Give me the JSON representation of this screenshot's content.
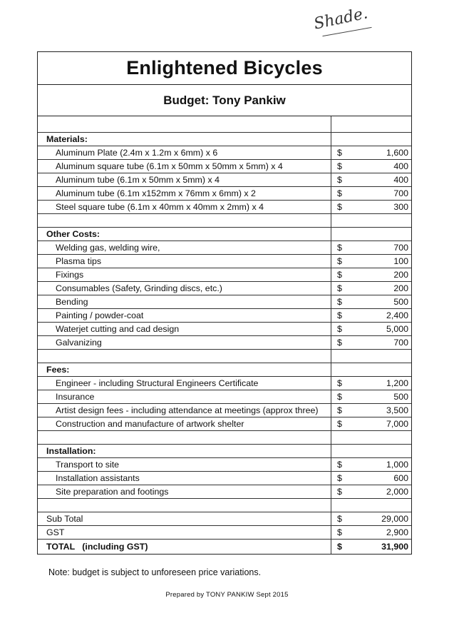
{
  "annotation": "Shade.",
  "title": "Enlightened Bicycles",
  "subtitle": "Budget: Tony Pankiw",
  "currency_symbol": "$",
  "sections": [
    {
      "heading": "Materials:",
      "items": [
        {
          "label": "Aluminum Plate (2.4m x 1.2m x 6mm) x 6",
          "amount": "1,600"
        },
        {
          "label": "Aluminum square tube (6.1m x 50mm x 50mm x 5mm) x 4",
          "amount": "400"
        },
        {
          "label": "Aluminum tube (6.1m x 50mm x 5mm) x 4",
          "amount": "400"
        },
        {
          "label": "Aluminum tube (6.1m x152mm x 76mm x 6mm) x 2",
          "amount": "700"
        },
        {
          "label": "Steel square tube (6.1m x 40mm x 40mm x 2mm) x 4",
          "amount": "300"
        }
      ]
    },
    {
      "heading": "Other Costs:",
      "items": [
        {
          "label": "Welding gas, welding wire,",
          "amount": "700"
        },
        {
          "label": "Plasma tips",
          "amount": "100"
        },
        {
          "label": "Fixings",
          "amount": "200"
        },
        {
          "label": "Consumables (Safety, Grinding discs, etc.)",
          "amount": "200"
        },
        {
          "label": "Bending",
          "amount": "500"
        },
        {
          "label": "Painting / powder-coat",
          "amount": "2,400"
        },
        {
          "label": "Waterjet cutting and cad design",
          "amount": "5,000"
        },
        {
          "label": "Galvanizing",
          "amount": "700"
        }
      ]
    },
    {
      "heading": "Fees:",
      "items": [
        {
          "label": "Engineer - including Structural Engineers Certificate",
          "amount": "1,200"
        },
        {
          "label": "Insurance",
          "amount": "500"
        },
        {
          "label": "Artist design fees - including attendance at meetings (approx three)",
          "amount": "3,500"
        },
        {
          "label": "Construction and manufacture of artwork shelter",
          "amount": "7,000"
        }
      ]
    },
    {
      "heading": "Installation:",
      "items": [
        {
          "label": "Transport to site",
          "amount": "1,000"
        },
        {
          "label": "Installation assistants",
          "amount": "600"
        },
        {
          "label": "Site preparation and footings",
          "amount": "2,000"
        }
      ]
    }
  ],
  "summary": {
    "subtotal_label": "Sub Total",
    "subtotal": "29,000",
    "gst_label": "GST",
    "gst": "2,900",
    "total_label": "TOTAL   (including GST)",
    "total": "31,900"
  },
  "note": "Note: budget is subject to unforeseen price variations.",
  "prepared_by": "Prepared by TONY PANKIW Sept 2015"
}
